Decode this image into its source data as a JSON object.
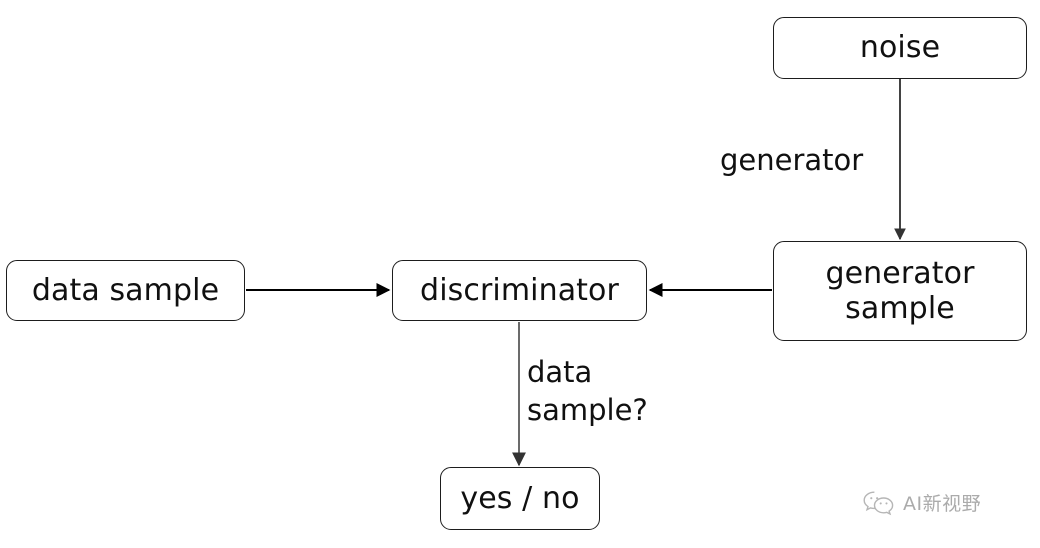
{
  "diagram": {
    "title": "GAN architecture flow diagram",
    "background": "#ffffff",
    "node_border_color": "#1d1d1d",
    "connector_color_solid": "#000000",
    "connector_color_gray": "#666666",
    "nodes": [
      {
        "id": "noise",
        "label": "noise"
      },
      {
        "id": "generator-sample",
        "label": "generator\nsample"
      },
      {
        "id": "discriminator",
        "label": "discriminator"
      },
      {
        "id": "data-sample",
        "label": "data sample"
      },
      {
        "id": "yes-no",
        "label": "yes / no"
      }
    ],
    "edge_labels": [
      {
        "id": "generator",
        "label": "generator"
      },
      {
        "id": "data-sample-q",
        "label": "data\nsample?"
      }
    ],
    "edges": [
      {
        "from": "noise",
        "to": "generator-sample",
        "label": "generator",
        "direction": "down"
      },
      {
        "from": "generator-sample",
        "to": "discriminator",
        "label": "",
        "direction": "left"
      },
      {
        "from": "data-sample",
        "to": "discriminator",
        "label": "",
        "direction": "right"
      },
      {
        "from": "discriminator",
        "to": "yes-no",
        "label": "data sample?",
        "direction": "down"
      }
    ]
  },
  "watermark": {
    "text": "AI新视野",
    "icon": "wechat-bubbles-icon",
    "color": "#8c8c8c"
  }
}
